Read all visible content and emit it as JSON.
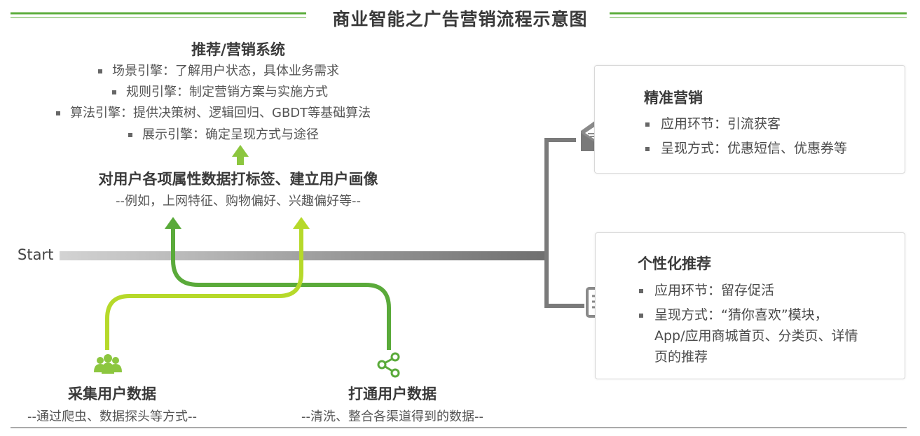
{
  "title": "商业智能之广告营销流程示意图",
  "system": {
    "title": "推荐/营销系统",
    "items": [
      "场景引擎：了解用户状态，具体业务需求",
      "规则引擎：制定营销方案与实施方式",
      "算法引擎：提供决策树、逻辑回归、GBDT等基础算法",
      "展示引擎：确定呈现方式与途径"
    ]
  },
  "tagging": {
    "title": "对用户各项属性数据打标签、建立用户画像",
    "subtitle": "--例如，上网特征、购物偏好、兴趣偏好等--"
  },
  "start_label": "Start",
  "collect": {
    "title": "采集用户数据",
    "subtitle": "--通过爬虫、数据探头等方式--",
    "icon": "users-icon"
  },
  "merge": {
    "title": "打通用户数据",
    "subtitle": "--清洗、整合各渠道得到的数据--",
    "icon": "share-icon"
  },
  "precision": {
    "title": "精准营销",
    "items": [
      "应用环节：引流获客",
      "呈现方式：优惠短信、优惠券等"
    ],
    "icon": "envelope-icon"
  },
  "personal": {
    "title": "个性化推荐",
    "items": [
      "应用环节：留存促活",
      "呈现方式：“猜你喜欢”模块，",
      "App/应用商城首页、分类页、详情",
      "页的推荐"
    ],
    "icon": "tablet-touch-icon"
  },
  "colors": {
    "green_dark": "#5aaa3a",
    "green_light": "#b6d92a",
    "gray_dark": "#777777",
    "gray_light": "#d0d0d0",
    "rule_green": "#5cad3c"
  }
}
